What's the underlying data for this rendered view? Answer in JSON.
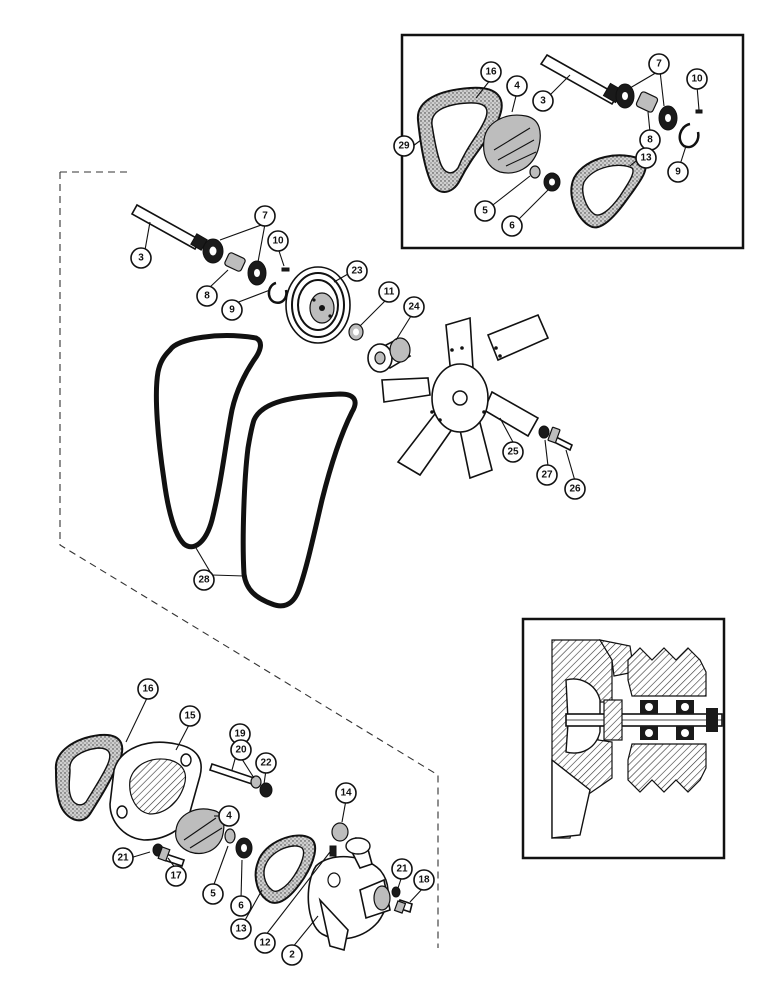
{
  "callouts": {
    "inset_top": {
      "c16": "16",
      "c4": "4",
      "c3": "3",
      "c7": "7",
      "c10": "10",
      "c29": "29",
      "c8": "8",
      "c9": "9",
      "c13": "13",
      "c5": "5",
      "c6": "6"
    },
    "main": {
      "c7": "7",
      "c3": "3",
      "c10": "10",
      "c23": "23",
      "c11": "11",
      "c8": "8",
      "c9": "9",
      "c24": "24",
      "c25": "25",
      "c27": "27",
      "c26": "26",
      "c28": "28"
    },
    "lower": {
      "c16": "16",
      "c15": "15",
      "c19": "19",
      "c20": "20",
      "c22": "22",
      "c14": "14",
      "c4": "4",
      "c21a": "21",
      "c17": "17",
      "c5": "5",
      "c6": "6",
      "c13": "13",
      "c12": "12",
      "c2": "2",
      "c21b": "21",
      "c18": "18"
    }
  },
  "colors": {
    "ink": "#111111",
    "paper": "#ffffff",
    "shade": "#bdbdbd"
  }
}
